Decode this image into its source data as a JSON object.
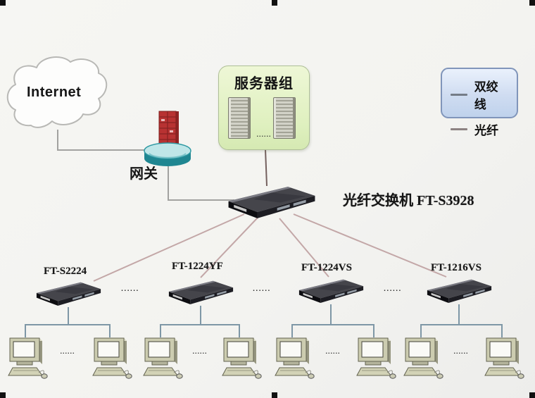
{
  "internet": {
    "label": "Internet"
  },
  "gateway": {
    "label": "网关"
  },
  "server_group": {
    "title": "服务器组",
    "dots": "......"
  },
  "core_switch": {
    "label": "光纤交换机 FT-S3928"
  },
  "legend": {
    "items": [
      {
        "label": "双绞线",
        "line_color": "#757c87"
      },
      {
        "label": "光纤",
        "line_color": "#8d8282"
      }
    ]
  },
  "edge_groups": [
    {
      "label": "FT-S2224",
      "pc_dots": "......"
    },
    {
      "label": "FT-1224YF",
      "pc_dots": "......"
    },
    {
      "label": "FT-1224VS",
      "pc_dots": "......"
    },
    {
      "label": "FT-1216VS",
      "pc_dots": "......"
    }
  ],
  "switch_row_dots": [
    "......",
    "......",
    "......"
  ],
  "colors": {
    "background": "#f5f5f2",
    "gray_link": "#a2a2a0",
    "fiber_link": "#c3a7a7",
    "server_link": "#74605e",
    "pc_link": "#7e97a6",
    "legend_bg": "#cfdcf1",
    "legend_border": "#8095ba",
    "server_box_bg": "#e4f2c6",
    "gateway_teal": "#2d98a2",
    "brick_red": "#b83232"
  }
}
